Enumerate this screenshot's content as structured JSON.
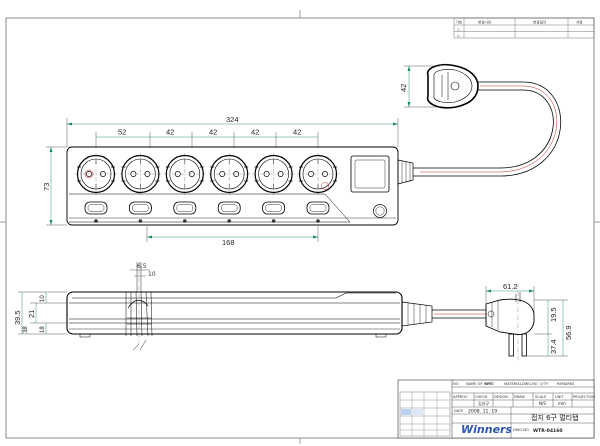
{
  "revision_table": {
    "headers": [
      "기호",
      "변경사유",
      "변경일자",
      "서명"
    ],
    "rows": [
      [
        "△",
        "",
        "",
        ""
      ],
      [
        "△",
        "",
        "",
        ""
      ]
    ]
  },
  "front_view": {
    "overall_width": "324",
    "pitch_first": "52",
    "pitches": [
      "42",
      "42",
      "42",
      "42"
    ],
    "height": "73",
    "button_span": "168",
    "socket_count": 6
  },
  "plug_top": {
    "width": "42"
  },
  "side_view": {
    "top_small": "6.5",
    "top_small2": "10",
    "dims_left": [
      "39.5",
      "21",
      "10",
      "18",
      "38"
    ]
  },
  "plug_side": {
    "width": "61.2",
    "dims_right": [
      "19.5",
      "56.9",
      "37.4"
    ]
  },
  "title_block": {
    "header_cells": [
      "NO",
      "NAME OF PART",
      "SPEC",
      "MATERIAL",
      "DWG.NO",
      "Q'TY",
      "REMARKS"
    ],
    "approval_cells": [
      "APPROV",
      "CHECK",
      "DESIGN",
      "DRAW",
      "SCALE",
      "UNIT",
      "PROJECTION"
    ],
    "drawn_by": "김성규",
    "scale": "N/S",
    "unit": "mm",
    "date_label": "DATE",
    "date": "2008. 11. 19",
    "title": "접지 6구 멀티탭",
    "company": "Winners",
    "dwg_no_label": "DWG.NO",
    "dwg_no": "WTR-04160"
  },
  "colors": {
    "line": "#000000",
    "dimension_line": "#1a8a6a",
    "cord_marking": "#cc2222",
    "logo": "#2a55b0"
  }
}
